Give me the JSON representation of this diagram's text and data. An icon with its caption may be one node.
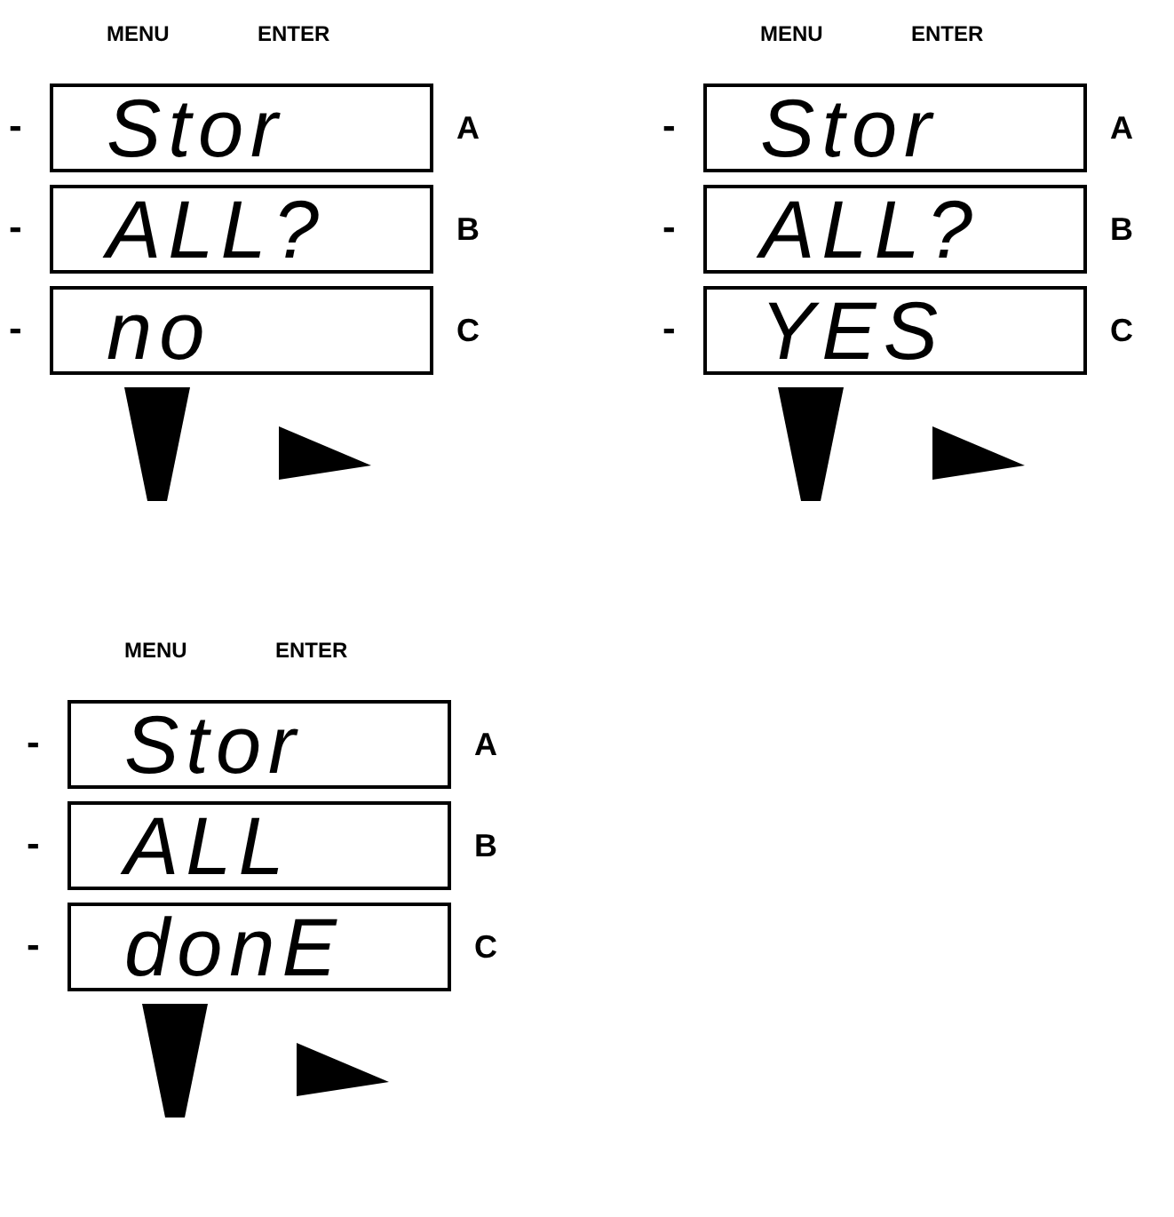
{
  "diagram": {
    "nodes": [
      {
        "text": [
          "Stor"
        ],
        "beside": [
          "-",
          "A"
        ]
      },
      {
        "text": [
          "ALL?"
        ],
        "beside": [
          "-",
          "B"
        ]
      },
      {
        "text": [
          "no"
        ],
        "beside": [
          "-",
          "C"
        ]
      },
      {
        "text": [
          "Stor"
        ],
        "beside": [
          "-",
          "A"
        ]
      },
      {
        "text": [
          "ALL?"
        ],
        "beside": [
          "-",
          "B"
        ]
      },
      {
        "text": [
          "YES"
        ],
        "beside": [
          "-",
          "C"
        ]
      },
      {
        "text": [
          "Stor"
        ],
        "beside": [
          "-",
          "A"
        ]
      },
      {
        "text": [
          "ALL"
        ],
        "beside": [
          "-",
          "B"
        ]
      },
      {
        "text": [
          "donE"
        ],
        "beside": [
          "-",
          "C"
        ]
      }
    ],
    "labels": [
      "MENU",
      "ENTER",
      "MENU",
      "ENTER",
      "MENU",
      "ENTER"
    ]
  }
}
